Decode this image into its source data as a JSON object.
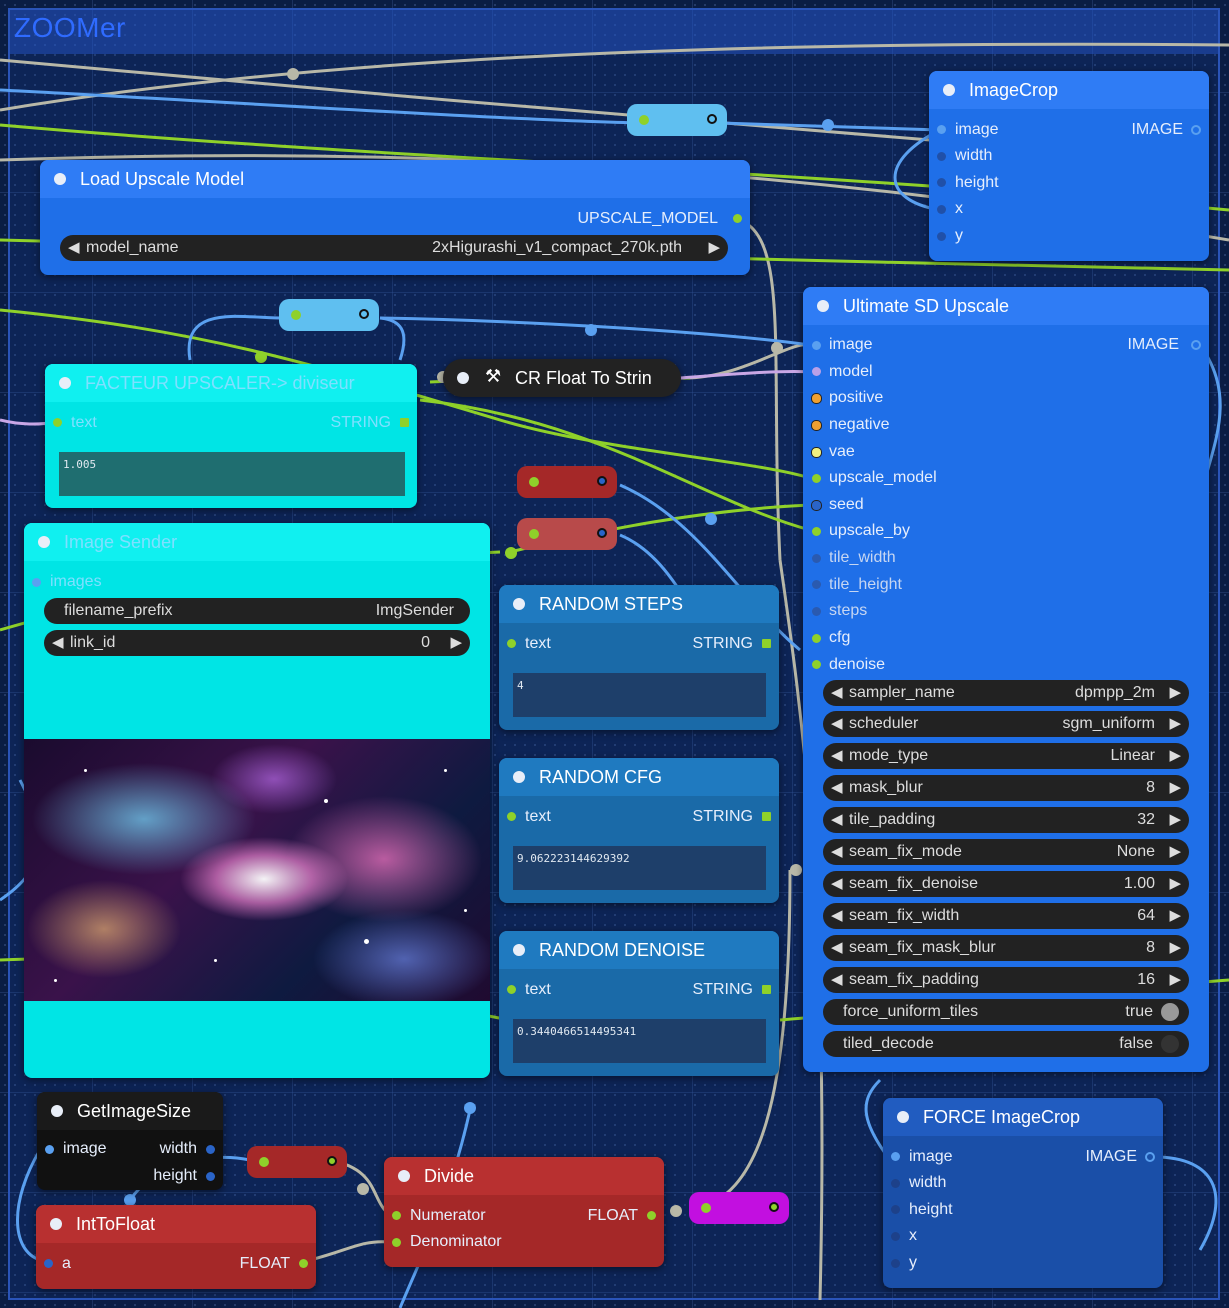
{
  "group": {
    "title": "ZOOMer"
  },
  "nodes": {
    "image_crop": {
      "title": "ImageCrop",
      "inputs": [
        "image",
        "width",
        "height",
        "x",
        "y"
      ],
      "output": "IMAGE"
    },
    "load_upscale": {
      "title": "Load Upscale Model",
      "output": "UPSCALE_MODEL",
      "widget_label": "model_name",
      "widget_value": "2xHigurashi_v1_compact_270k.pth"
    },
    "facteur": {
      "title": "FACTEUR UPSCALER-> diviseur",
      "input": "text",
      "output": "STRING",
      "value": "1.005"
    },
    "cr_float": {
      "title": "CR Float To Strin"
    },
    "image_sender": {
      "title": "Image Sender",
      "input": "images",
      "w1_label": "filename_prefix",
      "w1_value": "ImgSender",
      "w2_label": "link_id",
      "w2_value": "0"
    },
    "random_steps": {
      "title": "RANDOM STEPS",
      "input": "text",
      "output": "STRING",
      "value": "4"
    },
    "random_cfg": {
      "title": "RANDOM CFG",
      "input": "text",
      "output": "STRING",
      "value": "9.062223144629392"
    },
    "random_denoise": {
      "title": "RANDOM DENOISE",
      "input": "text",
      "output": "STRING",
      "value": "0.3440466514495341"
    },
    "ultimate": {
      "title": "Ultimate SD Upscale",
      "output": "IMAGE",
      "inputs": [
        "image",
        "model",
        "positive",
        "negative",
        "vae",
        "upscale_model",
        "seed",
        "upscale_by",
        "tile_width",
        "tile_height",
        "steps",
        "cfg",
        "denoise"
      ],
      "widgets": [
        {
          "label": "sampler_name",
          "value": "dpmpp_2m"
        },
        {
          "label": "scheduler",
          "value": "sgm_uniform"
        },
        {
          "label": "mode_type",
          "value": "Linear"
        },
        {
          "label": "mask_blur",
          "value": "8"
        },
        {
          "label": "tile_padding",
          "value": "32"
        },
        {
          "label": "seam_fix_mode",
          "value": "None"
        },
        {
          "label": "seam_fix_denoise",
          "value": "1.00"
        },
        {
          "label": "seam_fix_width",
          "value": "64"
        },
        {
          "label": "seam_fix_mask_blur",
          "value": "8"
        },
        {
          "label": "seam_fix_padding",
          "value": "16"
        }
      ],
      "toggles": [
        {
          "label": "force_uniform_tiles",
          "value": "true"
        },
        {
          "label": "tiled_decode",
          "value": "false"
        }
      ]
    },
    "get_image_size": {
      "title": "GetImageSize",
      "input": "image",
      "out1": "width",
      "out2": "height"
    },
    "int_to_float": {
      "title": "IntToFloat",
      "input": "a",
      "output": "FLOAT"
    },
    "divide": {
      "title": "Divide",
      "in1": "Numerator",
      "in2": "Denominator",
      "output": "FLOAT"
    },
    "force_crop": {
      "title": "FORCE ImageCrop",
      "inputs": [
        "image",
        "width",
        "height",
        "x",
        "y"
      ],
      "output": "IMAGE"
    }
  },
  "colors": {
    "blue_node": "#1f6fe8",
    "cyan_node": "#00e5e5",
    "teal_node": "#1a7ac0",
    "red_node": "#a52828",
    "dark_node": "#111111",
    "wire_green": "#8fd12a",
    "wire_blue": "#5aa0f0",
    "wire_gray": "#b8b8a8"
  },
  "icons": {
    "wrench": "wrench-icon"
  }
}
